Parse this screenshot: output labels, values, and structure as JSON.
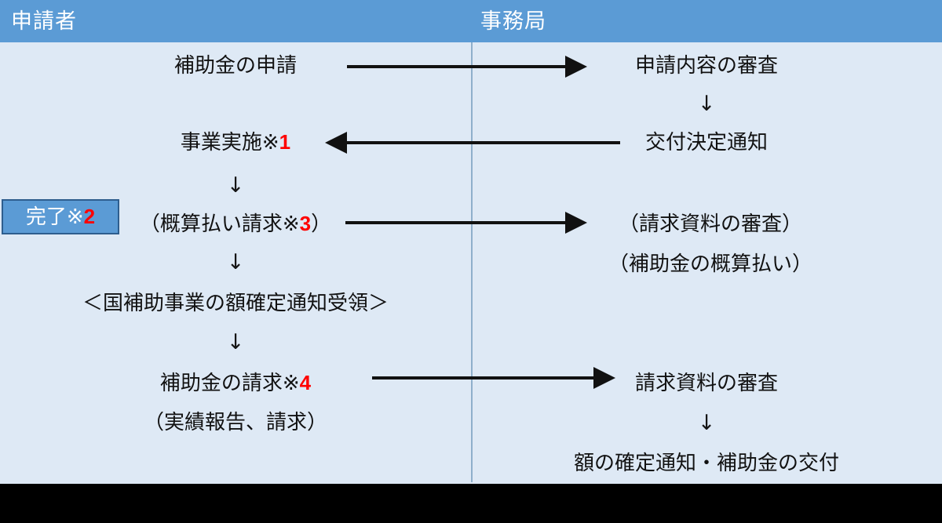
{
  "header": {
    "left_label": "申請者",
    "right_label": "事務局",
    "band_color": "#5B9BD5",
    "text_color": "#FFFFFF"
  },
  "canvas": {
    "background": "#DEE9F5",
    "divider_color": "#8FAFCB",
    "footer_color": "#000000",
    "note_color": "#FF0000"
  },
  "applicant_column": {
    "step_application": "補助金の申請",
    "step_implementation_text": "事業実施※",
    "step_implementation_note": "1",
    "arrow_down_1": "↓",
    "step_estimate_request_text": "（概算払い請求※",
    "step_estimate_request_note": "3",
    "step_estimate_request_tail": "）",
    "arrow_down_2": "↓",
    "step_national_notice": "＜国補助事業の額確定通知受領＞",
    "arrow_down_3": "↓",
    "step_claim_text": "補助金の請求※",
    "step_claim_note": "4",
    "step_claim_sub": "（実績報告、請求）"
  },
  "done_badge": {
    "label": "完了※",
    "note": "2",
    "fill": "#5B9BD5",
    "border": "#2E5E8E"
  },
  "office_column": {
    "step_review_application": "申請内容の審査",
    "arrow_down_1": "↓",
    "step_grant_decision": "交付決定通知",
    "step_review_claim_docs_paren": "（請求資料の審査）",
    "step_estimate_payment_paren": "（補助金の概算払い）",
    "step_review_claim_docs": "請求資料の審査",
    "arrow_down_2": "↓",
    "step_final_notice": "額の確定通知・補助金の交付"
  },
  "connectors": [
    {
      "name": "application-to-review",
      "direction": "right",
      "label": ""
    },
    {
      "name": "grant-decision-to-implementation",
      "direction": "left",
      "label": ""
    },
    {
      "name": "estimate-request-to-review",
      "direction": "right",
      "label": ""
    },
    {
      "name": "claim-to-review",
      "direction": "right",
      "label": ""
    }
  ]
}
